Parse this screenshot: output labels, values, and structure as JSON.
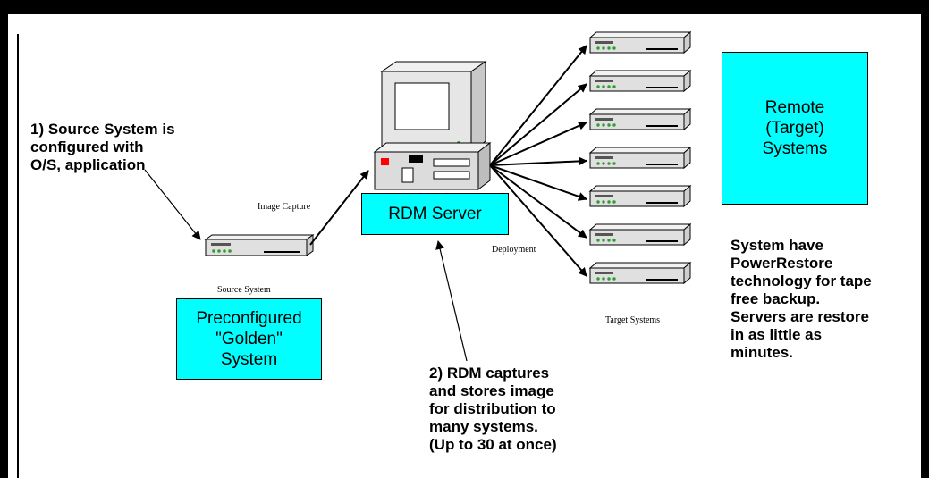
{
  "annotations": {
    "step1": "1) Source System is\nconfigured with\nO/S, application",
    "step2": "2) RDM captures\nand stores image\nfor distribution to\nmany systems.\n(Up to 30 at once)",
    "powerrestore": "System have\nPowerRestore\ntechnology for tape\nfree backup.\nServers are restore\nin as little as\nminutes."
  },
  "boxes": {
    "rdm_server": "RDM Server",
    "golden": "Preconfigured\n\"Golden\"\nSystem",
    "remote": "Remote\n(Target)\nSystems"
  },
  "captions": {
    "image_capture": "Image Capture",
    "deployment": "Deployment",
    "source_system": "Source System",
    "target_systems": "Target Systems"
  },
  "target_count": 7,
  "colors": {
    "box_fill": "#00ffff",
    "device_fill": "#e0e0e0",
    "led": "#2ca02c",
    "power": "#ff0000"
  },
  "icons": [
    "server-tower-icon",
    "rack-device-icon"
  ]
}
